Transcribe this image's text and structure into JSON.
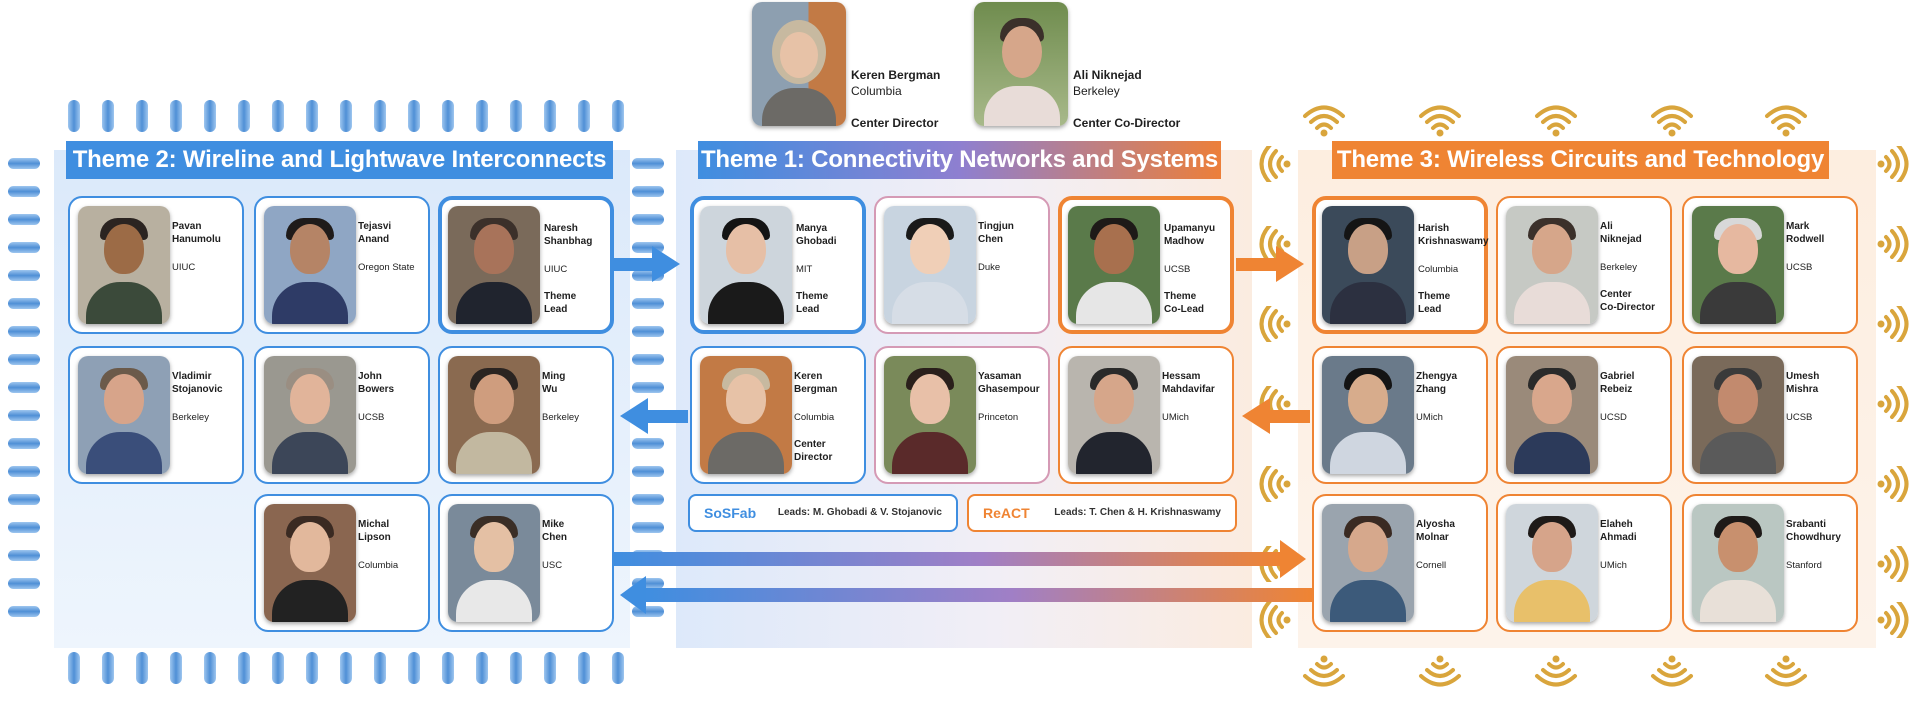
{
  "colors": {
    "wireline_blue": "#3f8ee0",
    "wireless_orange": "#ef8433",
    "network_pink": "#d59ab5"
  },
  "directors": [
    {
      "name": "Keren Bergman",
      "institution": "Columbia",
      "role": "Center Director"
    },
    {
      "name": "Ali Niknejad",
      "institution": "Berkeley",
      "role": "Center Co-Director"
    }
  ],
  "themes": {
    "theme2": {
      "title": "Theme 2: Wireline and Lightwave Interconnects"
    },
    "theme1": {
      "title": "Theme 1: Connectivity Networks and Systems"
    },
    "theme3": {
      "title": "Theme 3: Wireless Circuits and Technology"
    }
  },
  "people": [
    {
      "name": "Pavan Hanumolu",
      "institution": "UIUC",
      "role": ""
    },
    {
      "name": "Tejasvi Anand",
      "institution": "Oregon State",
      "role": ""
    },
    {
      "name": "Naresh Shanbhag",
      "institution": "UIUC",
      "role": "Theme Lead"
    },
    {
      "name": "Vladimir Stojanovic",
      "institution": "Berkeley",
      "role": ""
    },
    {
      "name": "John Bowers",
      "institution": "UCSB",
      "role": ""
    },
    {
      "name": "Ming Wu",
      "institution": "Berkeley",
      "role": ""
    },
    {
      "name": "Michal Lipson",
      "institution": "Columbia",
      "role": ""
    },
    {
      "name": "Mike Chen",
      "institution": "USC",
      "role": ""
    },
    {
      "name": "Manya Ghobadi",
      "institution": "MIT",
      "role": "Theme Lead"
    },
    {
      "name": "Tingjun Chen",
      "institution": "Duke",
      "role": ""
    },
    {
      "name": "Upamanyu Madhow",
      "institution": "UCSB",
      "role": "Theme Co-Lead"
    },
    {
      "name": "Keren Bergman",
      "institution": "Columbia",
      "role": "Center Director"
    },
    {
      "name": "Yasaman Ghasempour",
      "institution": "Princeton",
      "role": ""
    },
    {
      "name": "Hessam Mahdavifar",
      "institution": "UMich",
      "role": ""
    },
    {
      "name": "Harish Krishnaswamy",
      "institution": "Columbia",
      "role": "Theme Lead"
    },
    {
      "name": "Ali Niknejad",
      "institution": "Berkeley",
      "role": "Center Co-Director"
    },
    {
      "name": "Mark Rodwell",
      "institution": "UCSB",
      "role": ""
    },
    {
      "name": "Zhengya Zhang",
      "institution": "UMich",
      "role": ""
    },
    {
      "name": "Gabriel Rebeiz",
      "institution": "UCSD",
      "role": ""
    },
    {
      "name": "Umesh Mishra",
      "institution": "UCSB",
      "role": ""
    },
    {
      "name": "Alyosha Molnar",
      "institution": "Cornell",
      "role": ""
    },
    {
      "name": "Elaheh Ahmadi",
      "institution": "UMich",
      "role": ""
    },
    {
      "name": "Srabanti Chowdhury",
      "institution": "Stanford",
      "role": ""
    }
  ],
  "leads": [
    {
      "tag": "SoSFab",
      "text": "Leads: M. Ghobadi & V. Stojanovic"
    },
    {
      "tag": "ReACT",
      "text": "Leads: T. Chen & H. Krishnaswamy"
    }
  ]
}
